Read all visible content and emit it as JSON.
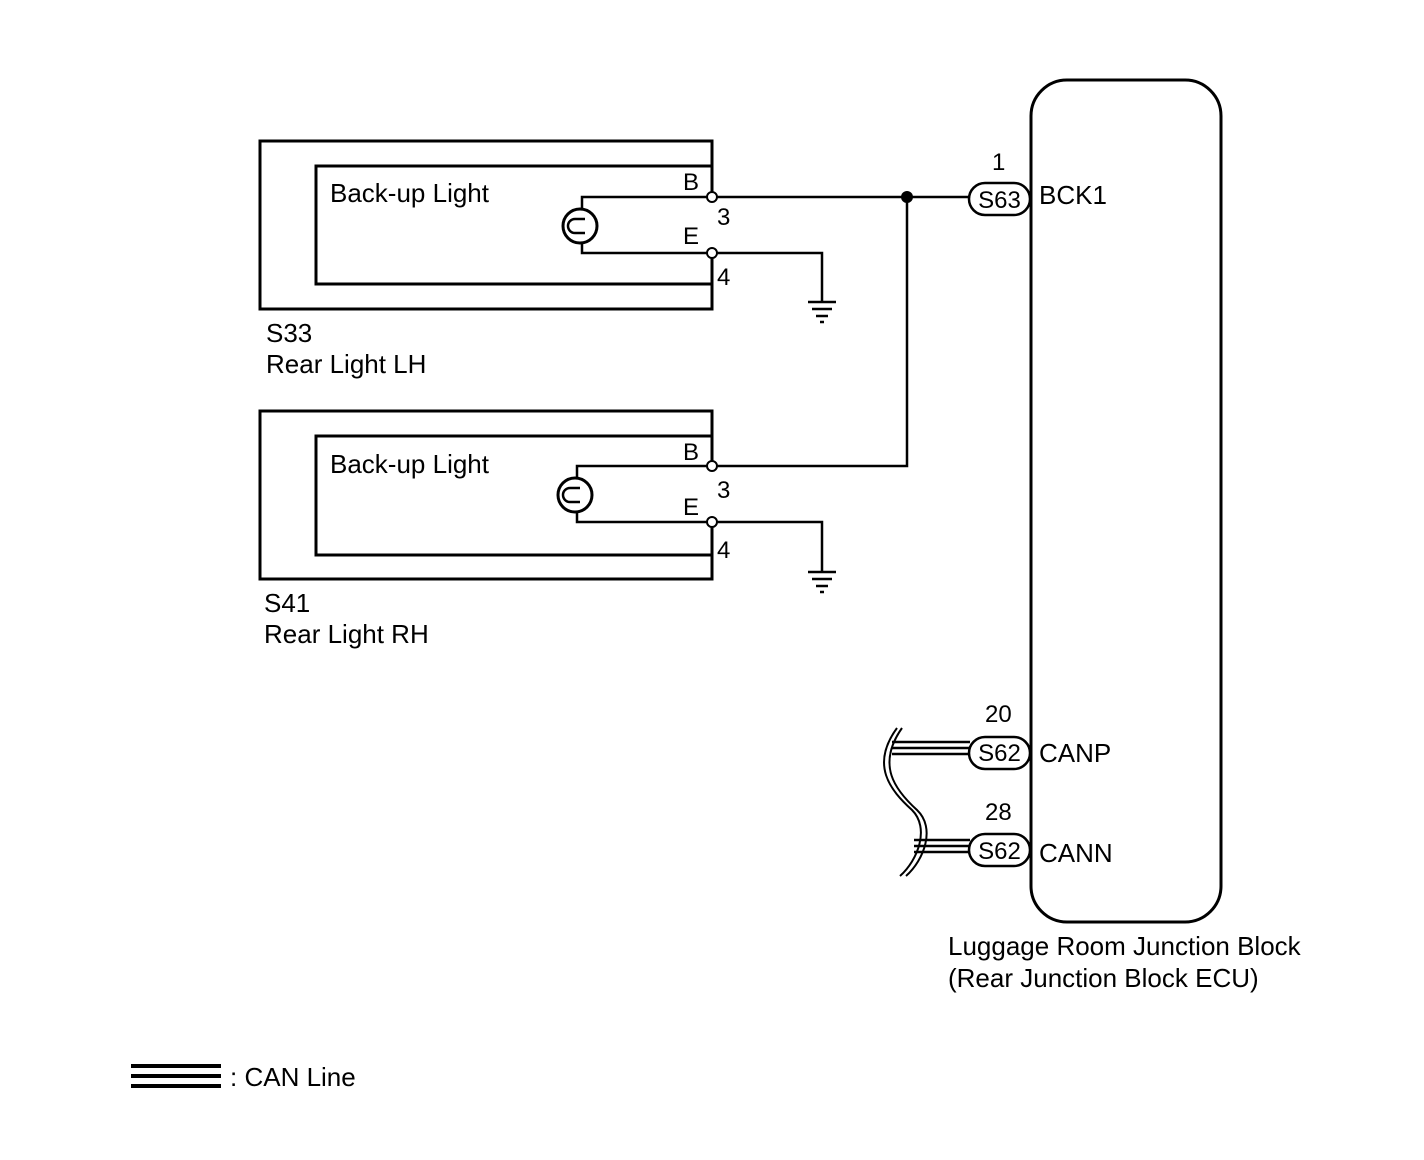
{
  "colors": {
    "line": "#000000",
    "background": "#ffffff"
  },
  "rear_light_lh": {
    "connector_id": "S33",
    "name": "Rear Light LH",
    "inner_label": "Back-up Light",
    "pin_b_label": "B",
    "pin_b_number": "3",
    "pin_e_label": "E",
    "pin_e_number": "4"
  },
  "rear_light_rh": {
    "connector_id": "S41",
    "name": "Rear Light RH",
    "inner_label": "Back-up Light",
    "pin_b_label": "B",
    "pin_b_number": "3",
    "pin_e_label": "E",
    "pin_e_number": "4"
  },
  "junction_block": {
    "name_line1": "Luggage Room Junction Block",
    "name_line2": "(Rear Junction Block ECU)",
    "pins": [
      {
        "number": "1",
        "connector": "S63",
        "signal": "BCK1"
      },
      {
        "number": "20",
        "connector": "S62",
        "signal": "CANP"
      },
      {
        "number": "28",
        "connector": "S62",
        "signal": "CANN"
      }
    ]
  },
  "legend": {
    "can_line_label": ": CAN Line"
  },
  "icons": {
    "bulb": "bulb-icon",
    "ground": "ground-icon",
    "splice": "splice-dot-icon",
    "wire_break": "wire-break-icon"
  }
}
